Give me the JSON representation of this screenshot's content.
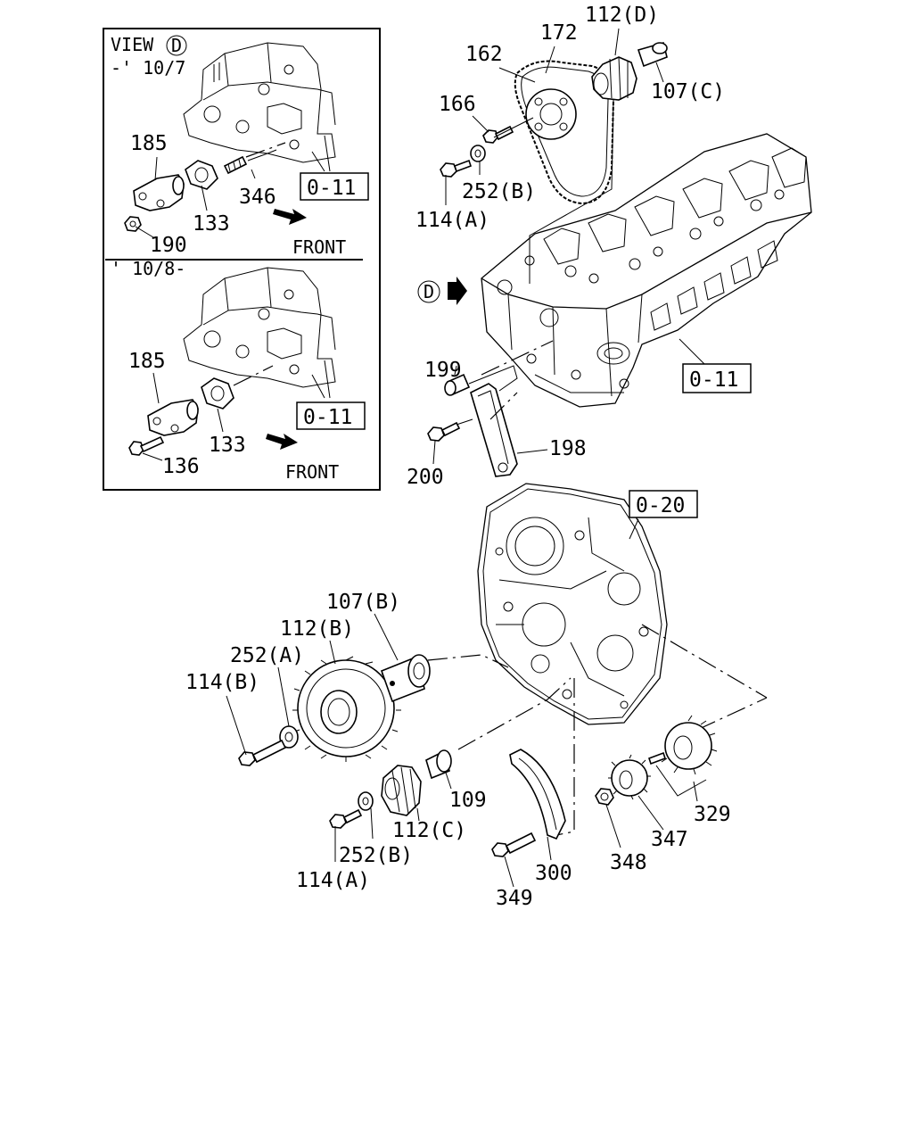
{
  "inset": {
    "view_title": "VIEW",
    "view_marker": "D",
    "top_date": "-' 10/7",
    "bottom_date": "' 10/8-",
    "front_label": "FRONT"
  },
  "main_view_marker": "D",
  "refs": {
    "ref_0_11": "0-11",
    "ref_0_20": "0-20"
  },
  "callouts": {
    "c185_top": "185",
    "c346": "346",
    "c133_top": "133",
    "c190": "190",
    "c185_bot": "185",
    "c133_bot": "133",
    "c136": "136",
    "c162": "162",
    "c172": "172",
    "c112d": "112(D)",
    "c107c": "107(C)",
    "c166": "166",
    "c252b_top": "252(B)",
    "c114a_top": "114(A)",
    "c199": "199",
    "c198": "198",
    "c200": "200",
    "c107b": "107(B)",
    "c112b": "112(B)",
    "c252a": "252(A)",
    "c114b": "114(B)",
    "c109": "109",
    "c112c": "112(C)",
    "c252b_bot": "252(B)",
    "c114a_bot": "114(A)",
    "c300": "300",
    "c349": "349",
    "c348": "348",
    "c347": "347",
    "c329": "329"
  }
}
